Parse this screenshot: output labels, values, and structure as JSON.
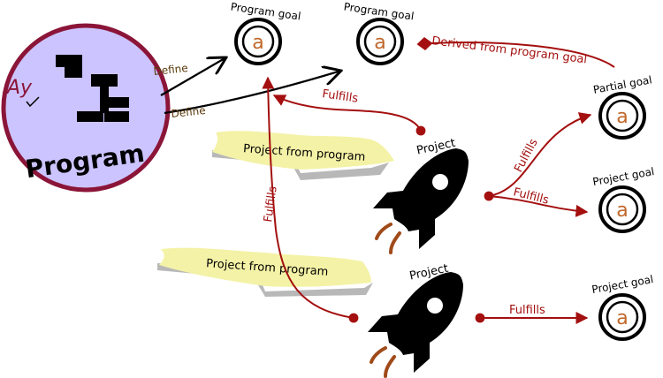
{
  "program": {
    "label": "Program",
    "logo_text": "Ay"
  },
  "goal_symbol": "a",
  "goals": {
    "program_goal_1": "Program goal",
    "program_goal_2": "Program goal",
    "partial_goal": "Partial goal",
    "project_goal_1": "Project goal",
    "project_goal_2": "Project goal"
  },
  "projects": {
    "project_1": "Project",
    "project_2": "Project"
  },
  "banners": {
    "banner_1": "Project from program",
    "banner_2": "Project from program"
  },
  "relations": {
    "define_1": "Define",
    "define_2": "Define",
    "derived": "Derived from program goal",
    "fulfills_top": "Fulfills",
    "fulfills_vertical": "Fulfills",
    "fulfills_partial": "Fulfills",
    "fulfills_project_goal": "Fulfills",
    "fulfills_bottom": "Fulfills"
  },
  "colors": {
    "program_fill": "#ccc4ff",
    "program_stroke": "#8b1538",
    "relation_red": "#a40f0f",
    "goal_symbol": "#c0672a",
    "banner_fill": "#f4f2a6",
    "rocket_flame": "#a04a1a"
  }
}
